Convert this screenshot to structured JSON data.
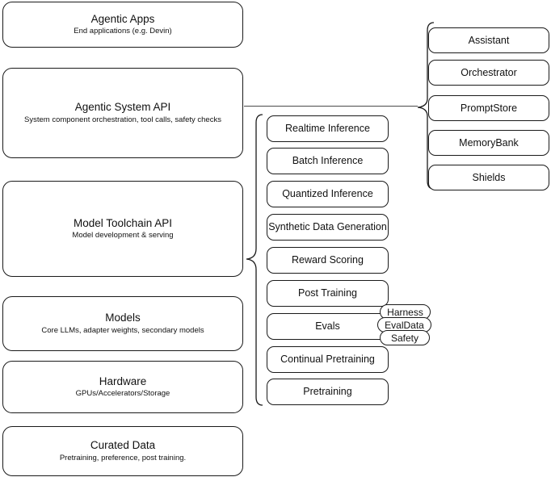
{
  "diagram": {
    "title": "AI stack layered architecture",
    "stroke_color": "#1a1a1a",
    "background_color": "#ffffff",
    "line_color": "#4a4a4a"
  },
  "layers": [
    {
      "title": "Agentic Apps",
      "subtitle": "End applications (e.g. Devin)"
    },
    {
      "title": "Agentic System API",
      "subtitle": "System component orchestration, tool calls, safety checks"
    },
    {
      "title": "Model Toolchain API",
      "subtitle": "Model development & serving"
    },
    {
      "title": "Models",
      "subtitle": "Core LLMs, adapter weights, secondary models"
    },
    {
      "title": "Hardware",
      "subtitle": "GPUs/Accelerators/Storage"
    },
    {
      "title": "Curated Data",
      "subtitle": "Pretraining, preference, post training."
    }
  ],
  "toolchain_items": [
    {
      "label": "Realtime Inference"
    },
    {
      "label": "Batch Inference"
    },
    {
      "label": "Quantized Inference"
    },
    {
      "label": "Synthetic Data Generation"
    },
    {
      "label": "Reward Scoring"
    },
    {
      "label": "Post Training"
    },
    {
      "label": "Evals"
    },
    {
      "label": "Continual Pretraining"
    },
    {
      "label": "Pretraining"
    }
  ],
  "eval_pills": [
    {
      "label": "Harness"
    },
    {
      "label": "EvalData"
    },
    {
      "label": "Safety"
    }
  ],
  "system_items": [
    {
      "label": "Assistant"
    },
    {
      "label": "Orchestrator"
    },
    {
      "label": "PromptStore"
    },
    {
      "label": "MemoryBank"
    },
    {
      "label": "Shields"
    }
  ]
}
